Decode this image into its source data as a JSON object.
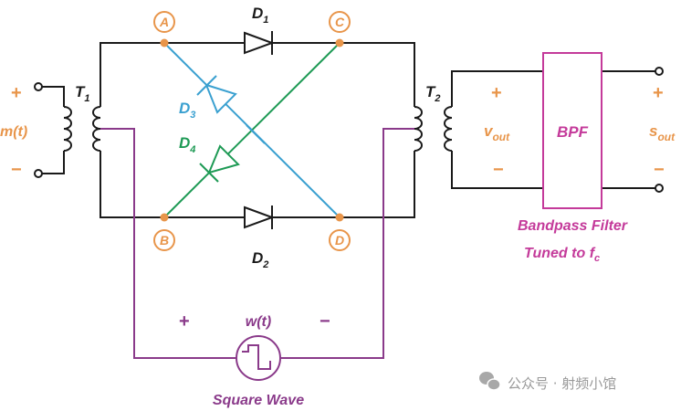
{
  "diagram": {
    "title": "Ring Modulator with Square-Wave Carrier",
    "colors": {
      "wire": "#1a1a1a",
      "node": "#e8954a",
      "node_label": "#e8954a",
      "polarity": "#e8954a",
      "d3": "#3aa0d0",
      "d4": "#1e9a55",
      "carrier": "#8a3a8a",
      "bpf": "#c43a9a",
      "watermark": "#9a9a9a"
    },
    "nodes": [
      {
        "id": "A",
        "label": "A"
      },
      {
        "id": "B",
        "label": "B"
      },
      {
        "id": "C",
        "label": "C"
      },
      {
        "id": "D",
        "label": "D"
      }
    ],
    "diodes": {
      "d1": {
        "label": "D",
        "sub": "1"
      },
      "d2": {
        "label": "D",
        "sub": "2"
      },
      "d3": {
        "label": "D",
        "sub": "3"
      },
      "d4": {
        "label": "D",
        "sub": "4"
      }
    },
    "transformers": {
      "t1": {
        "label": "T",
        "sub": "1"
      },
      "t2": {
        "label": "T",
        "sub": "2"
      }
    },
    "input": {
      "signal": "m(t)",
      "plus": "+",
      "minus": "−"
    },
    "vout": {
      "label": "v",
      "sub": "out",
      "plus": "+",
      "minus": "−"
    },
    "sout": {
      "label": "s",
      "sub": "out",
      "plus": "+",
      "minus": "−"
    },
    "bpf": {
      "label": "BPF",
      "caption_line1": "Bandpass Filter",
      "caption_line2_prefix": "Tuned to f",
      "caption_line2_sub": "c"
    },
    "carrier": {
      "signal": "w(t)",
      "plus": "+",
      "minus": "−",
      "caption": "Square Wave"
    },
    "watermark": {
      "text": "公众号 · 射频小馆"
    }
  }
}
